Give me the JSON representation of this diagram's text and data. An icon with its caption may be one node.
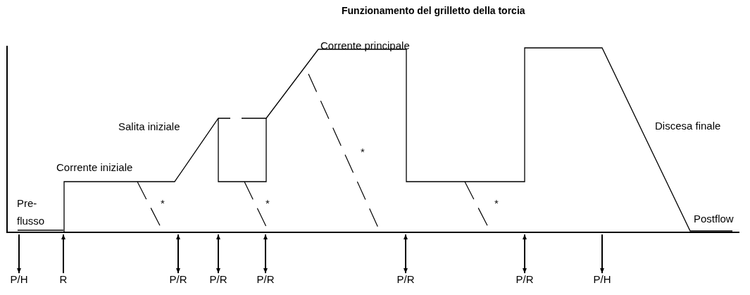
{
  "diagram": {
    "title": "Funzionamento del grilletto della torcia",
    "nodes": [
      {
        "text": [
          "P/H"
        ]
      },
      {
        "text": [
          "R"
        ]
      },
      {
        "text": [
          "P/R"
        ]
      },
      {
        "text": [
          "P/R"
        ]
      },
      {
        "text": [
          "P/R"
        ]
      },
      {
        "text": [
          "P/R"
        ]
      },
      {
        "text": [
          "P/R"
        ]
      },
      {
        "text": [
          "P/H"
        ]
      }
    ],
    "edges": [
      {
        "from": null,
        "to": 0,
        "arrow": "to"
      },
      {
        "from": 1,
        "to": null,
        "arrow": "to"
      },
      {
        "from": null,
        "to": 2,
        "arrow": "both"
      },
      {
        "from": null,
        "to": 3,
        "arrow": "both"
      },
      {
        "from": null,
        "to": 4,
        "arrow": "both"
      },
      {
        "from": null,
        "to": 5,
        "arrow": "both"
      },
      {
        "from": null,
        "to": 6,
        "arrow": "both"
      },
      {
        "from": null,
        "to": 7,
        "arrow": "to"
      }
    ],
    "labels": [
      "Corrente principale",
      "Salita iniziale",
      "Discesa finale",
      "Corrente iniziale",
      "*",
      "*",
      "*",
      "Pre- flusso",
      "*",
      "Postflow"
    ]
  }
}
